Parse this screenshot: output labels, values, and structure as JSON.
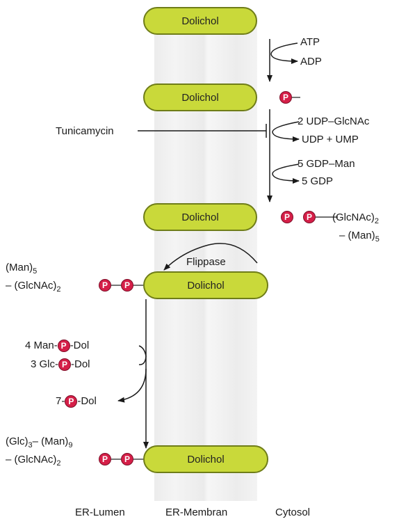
{
  "dolichol": "Dolichol",
  "phosphate": "P",
  "step1": {
    "in": "ATP",
    "out": "ADP"
  },
  "inhibitor": "Tunicamycin",
  "step2": {
    "in": "2 UDP–GlcNAc",
    "out": "UDP + UMP"
  },
  "step3": {
    "in": "5 GDP–Man",
    "out": "5 GDP"
  },
  "product3": {
    "line1": "(GlcNAc)",
    "line1_sub": "2",
    "line2": "– (Man)",
    "line2_sub": "5"
  },
  "flippase": "Flippase",
  "lumen_chain": {
    "man": "(Man)",
    "man_sub": "5",
    "glc": "– (GlcNAc)",
    "glc_sub": "2"
  },
  "step5": {
    "donor1_pre": "4 Man-",
    "donor1_post": "-Dol",
    "donor2_pre": "3 Glc-",
    "donor2_post": "-Dol",
    "out_pre": "7-",
    "out_post": "-Dol"
  },
  "final_chain": {
    "glc": "(Glc)",
    "glc_sub": "3",
    "man": "– (Man)",
    "man_sub": "9",
    "glcnac": "– (GlcNAc)",
    "glcnac_sub": "2"
  },
  "compartments": {
    "lumen": "ER-Lumen",
    "membrane": "ER-Membran",
    "cytosol": "Cytosol"
  }
}
